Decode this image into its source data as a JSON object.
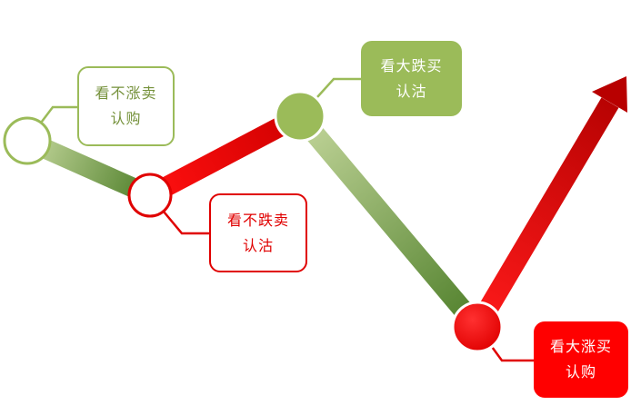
{
  "callouts": {
    "top_left": {
      "line1": "看不涨卖",
      "line2": "认购"
    },
    "top_right": {
      "line1": "看大跌买",
      "line2": "认沽"
    },
    "mid_left": {
      "line1": "看不跌卖",
      "line2": "认沽"
    },
    "bottom_right": {
      "line1": "看大涨买",
      "line2": "认购"
    }
  },
  "colors": {
    "green_light": "#c3d69b",
    "green_dark": "#4f7f2a",
    "green_node": "#9bbb59",
    "red_light": "#ff2020",
    "red_dark": "#a00000",
    "red_node": "#e00000",
    "red_fill": "#ff0000"
  }
}
